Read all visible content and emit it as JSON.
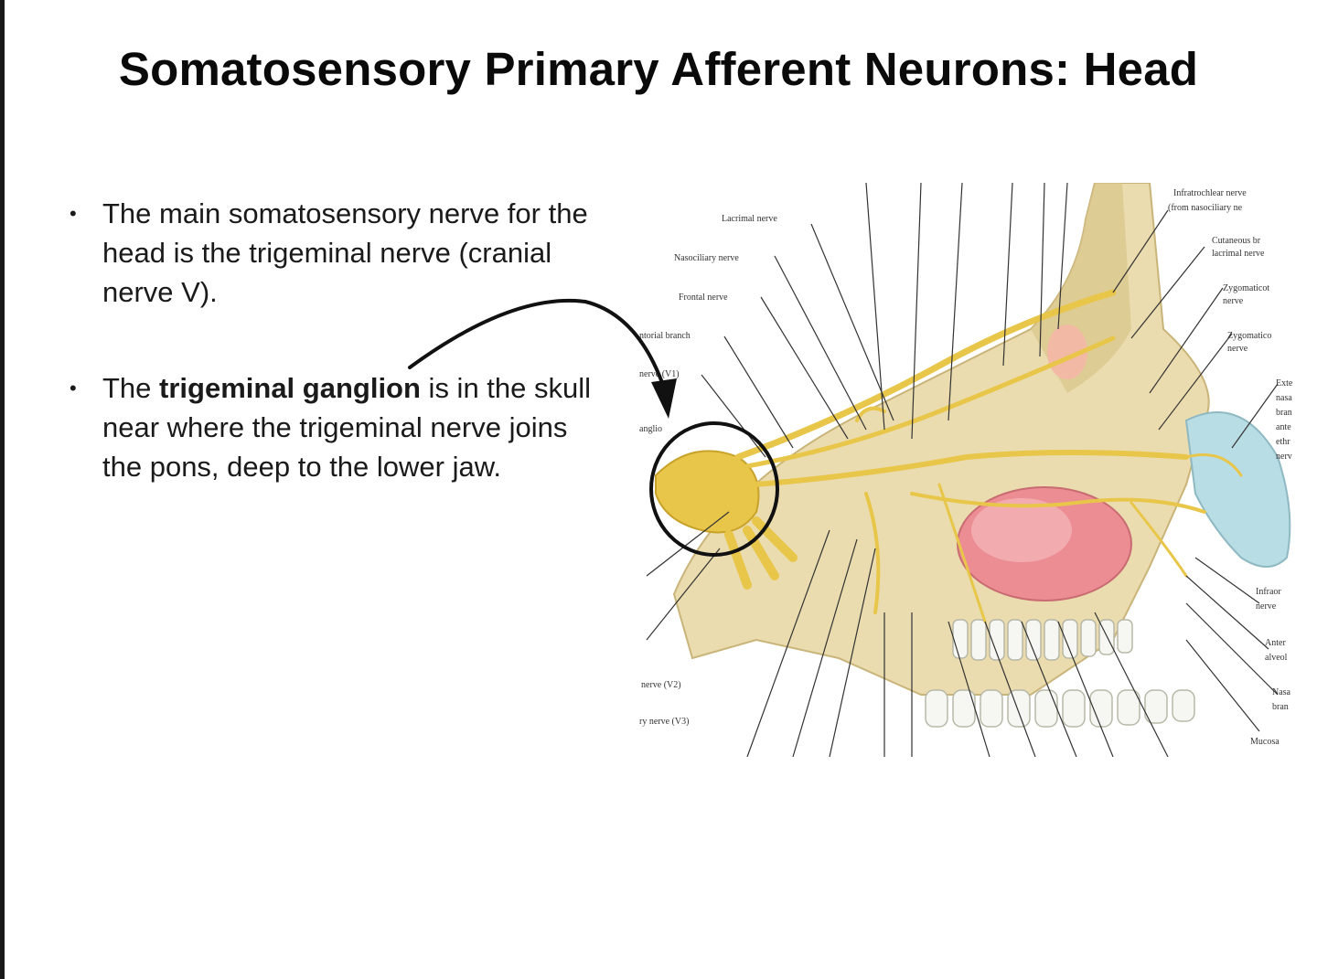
{
  "slide": {
    "title": "Somatosensory Primary Afferent Neurons: Head",
    "bullets": [
      {
        "before": "The main somatosensory nerve for the head is the trigeminal nerve (cranial nerve V).",
        "bold": "",
        "after": ""
      },
      {
        "before": "The ",
        "bold": "trigeminal ganglion",
        "after": " is in the skull near where the trigeminal nerve joins the pons, deep to the lower jaw."
      }
    ],
    "bullet_glyph": "•"
  },
  "figure": {
    "labels_left": [
      "Lacrimal nerve",
      "Nasociliary nerve",
      "Frontal nerve",
      "ntorial branch",
      "nerve (V1)",
      "anglio",
      "nerve (V2)",
      "ry nerve (V3)"
    ],
    "labels_right": [
      "Infratrochlear nerve",
      "(from nasociliary ne",
      "Cutaneous br",
      "lacrimal nerve",
      "Zygomaticot",
      "nerve",
      "Zygomatico",
      "nerve",
      "Exte",
      "nasa",
      "bran",
      "ante",
      "ethr",
      "nerv",
      "Infraor",
      "nerve",
      "Anter",
      "alveol",
      "Nasa",
      "bran",
      "Mucosa"
    ],
    "colors": {
      "nerve": "#e8c64a",
      "bone": "#eadcae",
      "sinus": "#ec8d93",
      "nose": "#b9dde4"
    }
  }
}
